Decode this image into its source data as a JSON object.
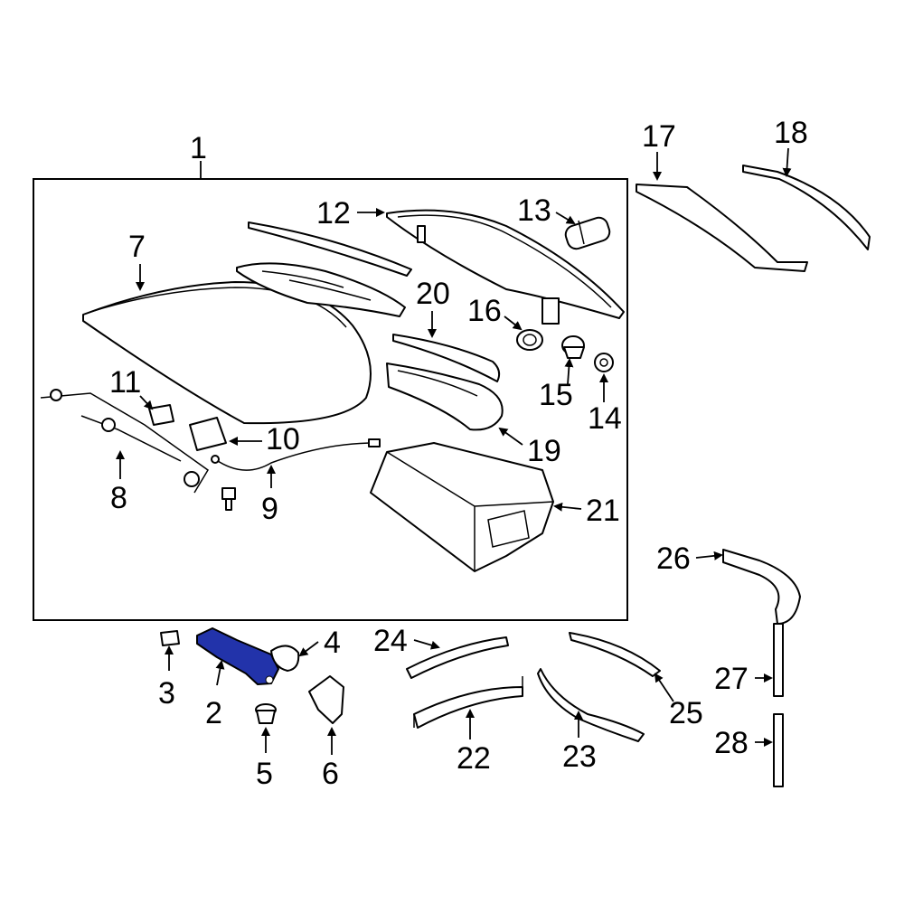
{
  "diagram": {
    "highlight_color": "#2233aa",
    "outline_color": "#000000",
    "highlighted_part": "2",
    "callouts": {
      "c1": "1",
      "c2": "2",
      "c3": "3",
      "c4": "4",
      "c5": "5",
      "c6": "6",
      "c7": "7",
      "c8": "8",
      "c9": "9",
      "c10": "10",
      "c11": "11",
      "c12": "12",
      "c13": "13",
      "c14": "14",
      "c15": "15",
      "c16": "16",
      "c17": "17",
      "c18": "18",
      "c19": "19",
      "c20": "20",
      "c21": "21",
      "c22": "22",
      "c23": "23",
      "c24": "24",
      "c25": "25",
      "c26": "26",
      "c27": "27",
      "c28": "28"
    }
  }
}
